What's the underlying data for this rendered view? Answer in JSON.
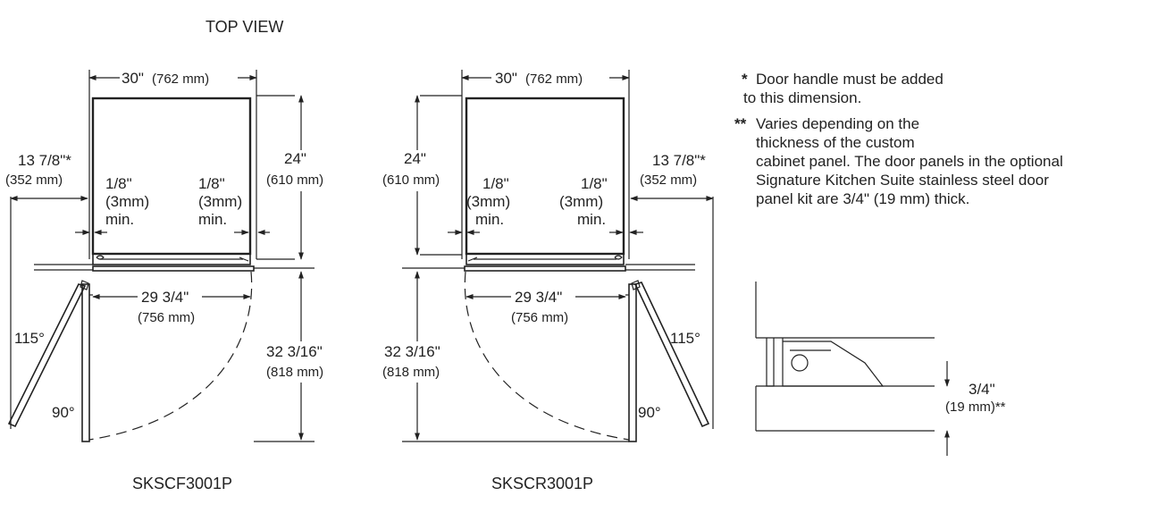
{
  "title": "TOP VIEW",
  "left_diagram": {
    "model": "SKSCF3001P",
    "width_in": "30\"",
    "width_mm": "(762 mm)",
    "depth_in": "24\"",
    "depth_mm": "(610 mm)",
    "side_in": "13 7/8\"*",
    "side_mm": "(352 mm)",
    "gap_left": [
      "1/8\"",
      "(3mm)",
      "min."
    ],
    "gap_right": [
      "1/8\"",
      "(3mm)",
      "min."
    ],
    "opening_in": "29 3/4\"",
    "opening_mm": "(756 mm)",
    "swing_in": "32 3/16\"",
    "swing_mm": "(818 mm)",
    "angle_open": "115°",
    "angle_90": "90°"
  },
  "right_diagram": {
    "model": "SKSCR3001P",
    "width_in": "30\"",
    "width_mm": "(762 mm)",
    "depth_in": "24\"",
    "depth_mm": "(610 mm)",
    "side_in": "13 7/8\"*",
    "side_mm": "(352 mm)",
    "gap_left": [
      "1/8\"",
      "(3mm)",
      "min."
    ],
    "gap_right": [
      "1/8\"",
      "(3mm)",
      "min."
    ],
    "opening_in": "29 3/4\"",
    "opening_mm": "(756 mm)",
    "swing_in": "32 3/16\"",
    "swing_mm": "(818 mm)",
    "angle_open": "115°",
    "angle_90": "90°"
  },
  "notes": [
    {
      "mark": "*",
      "lines": [
        "Door handle must be added",
        "to this dimension."
      ]
    },
    {
      "mark": "**",
      "lines": [
        "Varies depending on the",
        "thickness of the custom",
        "cabinet panel. The door panels in the optional",
        "Signature Kitchen Suite stainless steel door",
        "panel kit are 3/4\" (19 mm) thick."
      ]
    }
  ],
  "detail": {
    "thickness_in": "3/4\"",
    "thickness_mm": "(19 mm)**"
  }
}
